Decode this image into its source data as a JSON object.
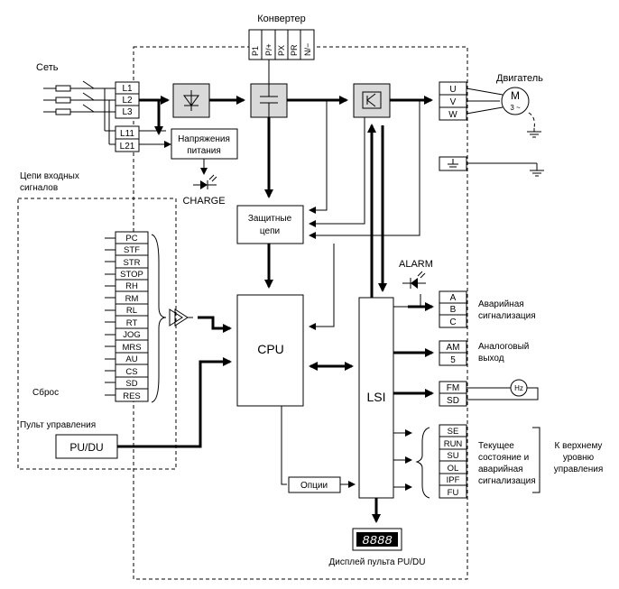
{
  "labels": {
    "converter": "Конвертер",
    "network": "Сеть",
    "motor": "Двигатель",
    "motor_m": "M",
    "motor_3": "3 ~",
    "power_supply_line1": "Напряжения",
    "power_supply_line2": "питания",
    "charge": "CHARGE",
    "input_circuits_line1": "Цепи входных",
    "input_circuits_line2": "сигналов",
    "protective_line1": "Защитные",
    "protective_line2": "цепи",
    "alarm": "ALARM",
    "cpu": "CPU",
    "lsi": "LSI",
    "reset": "Сброс",
    "control_panel": "Пульт управления",
    "pudu": "PU/DU",
    "options": "Опции",
    "display_digits": "8888",
    "display_caption": "Дисплей пульта PU/DU",
    "alarm_out_line1": "Аварийная",
    "alarm_out_line2": "сигнализация",
    "analog_out_line1": "Аналоговый",
    "analog_out_line2": "выход",
    "hz": "Hz",
    "status_line1": "Текущее",
    "status_line2": "состояние и",
    "status_line3": "аварийная",
    "status_line4": "сигнализация",
    "upper_line1": "К верхнему",
    "upper_line2": "уровню",
    "upper_line3": "управления"
  },
  "converter_terminals": [
    "P1",
    "P/+",
    "PX",
    "PR",
    "N/−"
  ],
  "mains_terminals": [
    "L1",
    "L2",
    "L3"
  ],
  "control_terminals": [
    "L11",
    "L21"
  ],
  "motor_terminals": [
    "U",
    "V",
    "W"
  ],
  "input_terminals": [
    "PC",
    "STF",
    "STR",
    "STOP",
    "RH",
    "RM",
    "RL",
    "RT",
    "JOG",
    "MRS",
    "AU",
    "CS",
    "SD",
    "RES"
  ],
  "alarm_terminals": [
    "A",
    "B",
    "C"
  ],
  "analog_terminals": [
    "AM",
    "5"
  ],
  "fm_terminals": [
    "FM",
    "SD"
  ],
  "status_terminals": [
    "SE",
    "RUN",
    "SU",
    "OL",
    "IPF",
    "FU"
  ]
}
